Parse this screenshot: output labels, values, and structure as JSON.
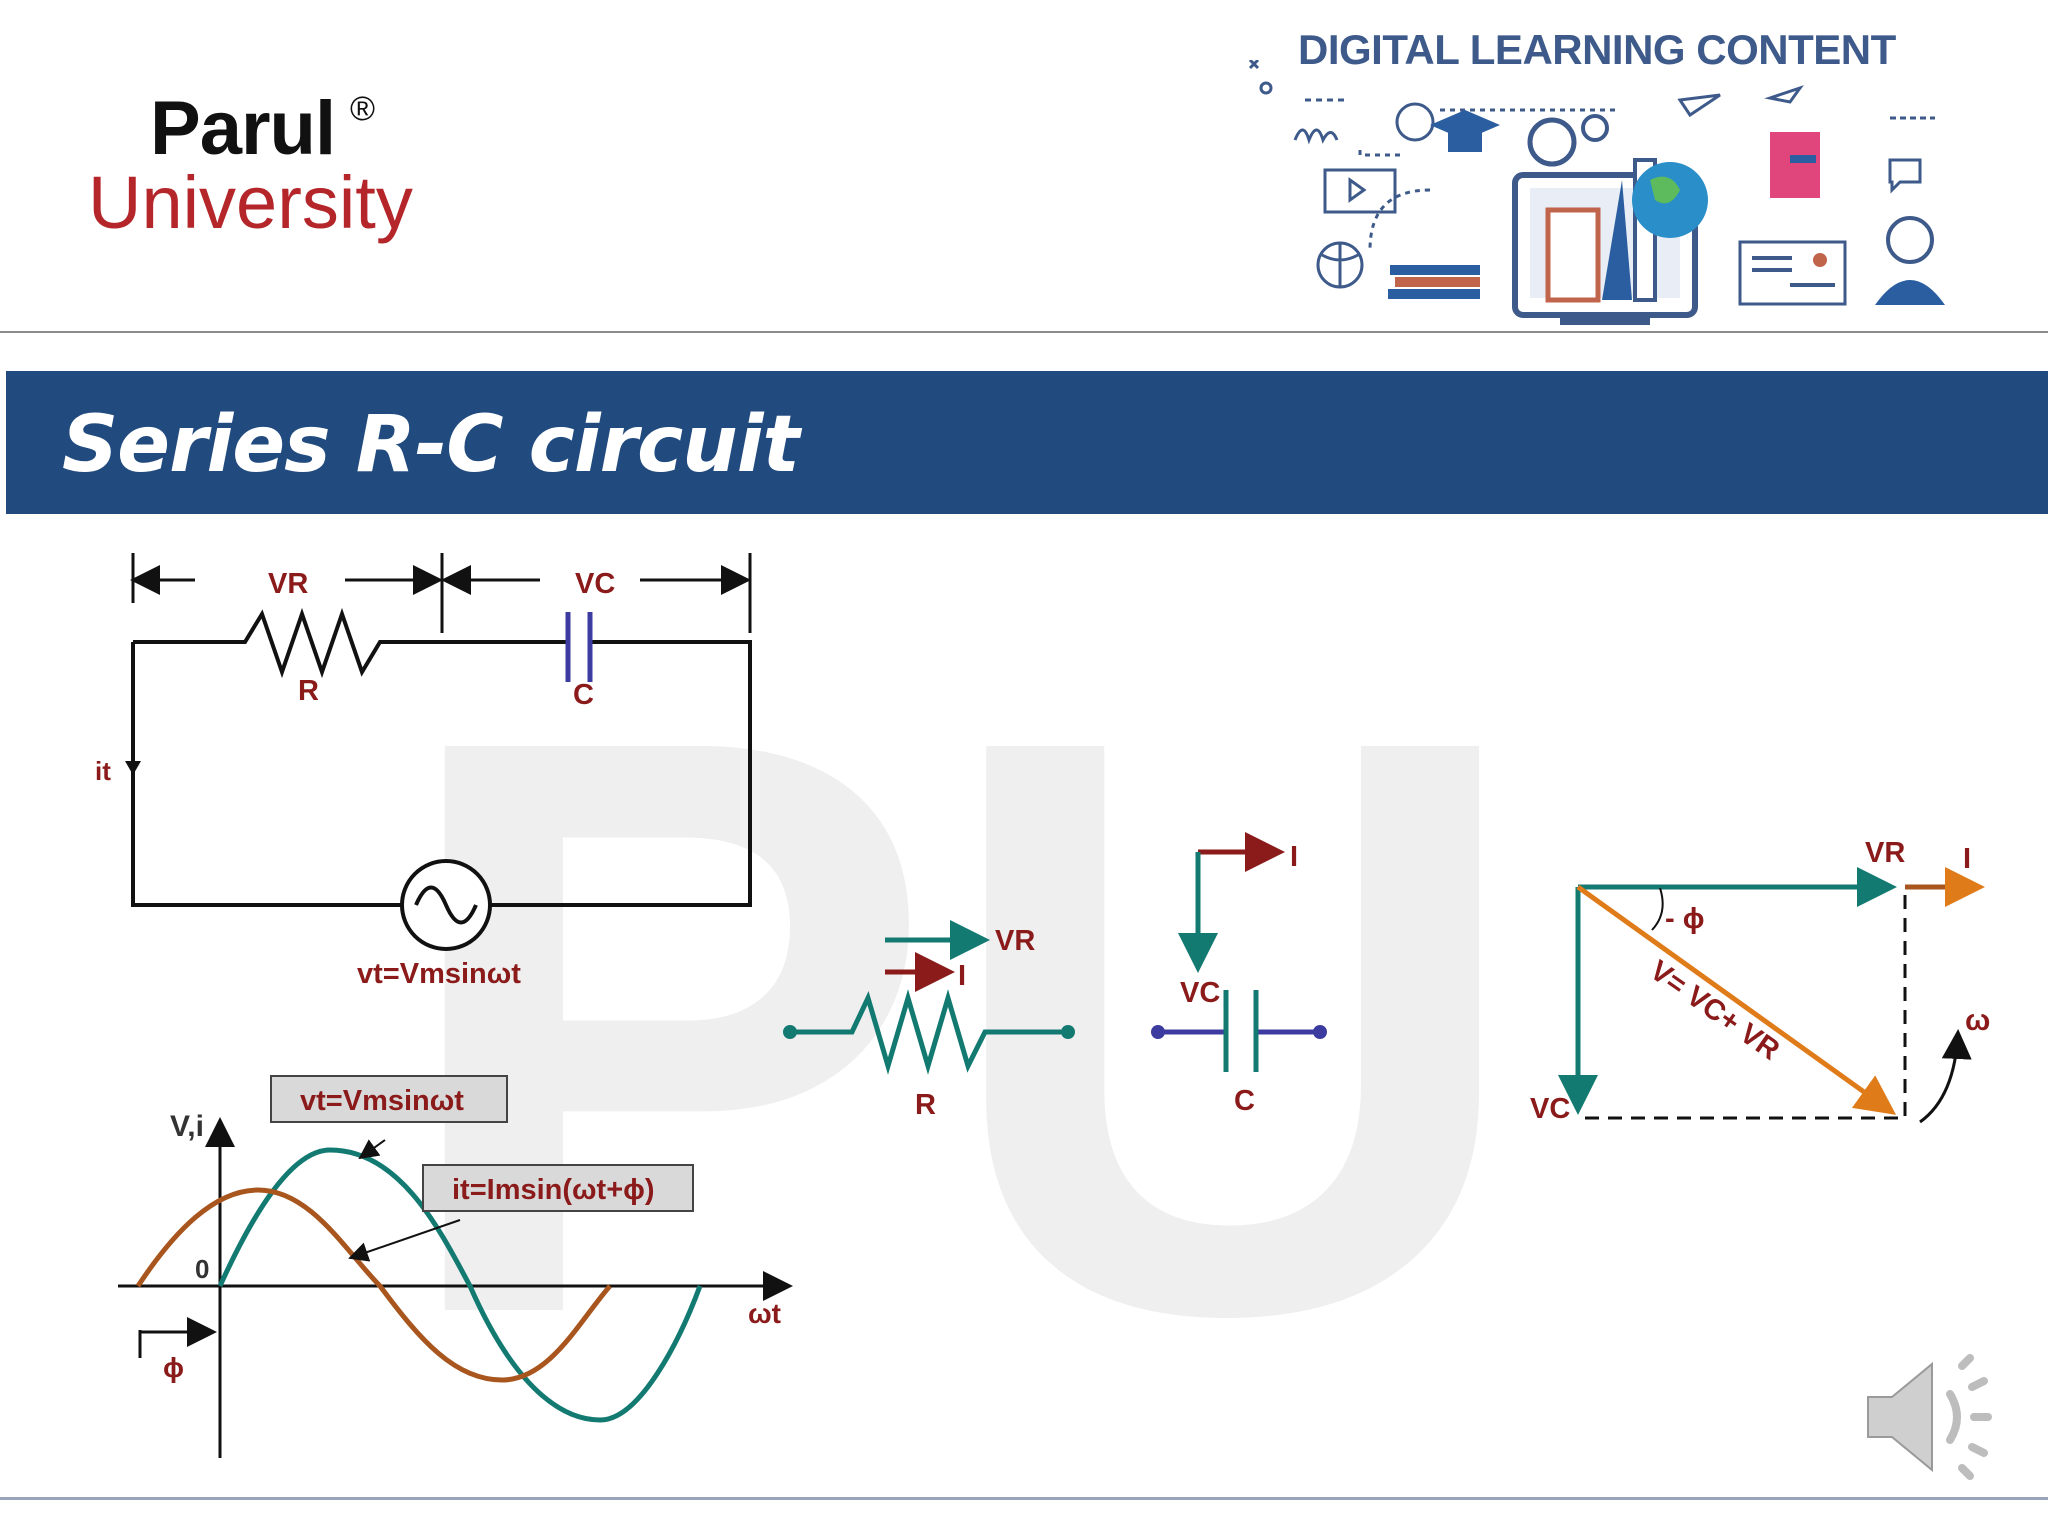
{
  "logo": {
    "word1": "Parul",
    "registered": "®",
    "word2": "University"
  },
  "banner": {
    "title": "DIGITAL LEARNING CONTENT",
    "icon": "digital-learning-illustration"
  },
  "slide": {
    "title": "Series R-C circuit"
  },
  "watermark": "PU",
  "circuit": {
    "vr_label": "VR",
    "vc_label": "VC",
    "r_label": "R",
    "c_label": "C",
    "current_label": "it",
    "source_label": "vt=Vmsinωt"
  },
  "waveform": {
    "axis_y": "V,i",
    "axis_x": "ωt",
    "origin": "0",
    "phase": "ϕ",
    "voltage_box": "vt=Vmsinωt",
    "current_box": "it=Imsin(ωt+ϕ)"
  },
  "resistor_phasor": {
    "vr": "VR",
    "i": "I",
    "r": "R"
  },
  "capacitor_phasor": {
    "i": "I",
    "vc": "VC",
    "c": "C"
  },
  "phasor_diagram": {
    "vr": "VR",
    "i": "I",
    "vc": "VC",
    "angle": "- ϕ",
    "resultant": "V= VC+ VR",
    "omega": "ω"
  },
  "colors": {
    "teal": "#137a72",
    "brown": "#a8561e",
    "maroon": "#8b1a1a",
    "orange": "#e07b1a",
    "navy": "#214a7e",
    "capacitor": "#3c3ca0"
  },
  "audio": {
    "icon": "speaker-icon"
  }
}
